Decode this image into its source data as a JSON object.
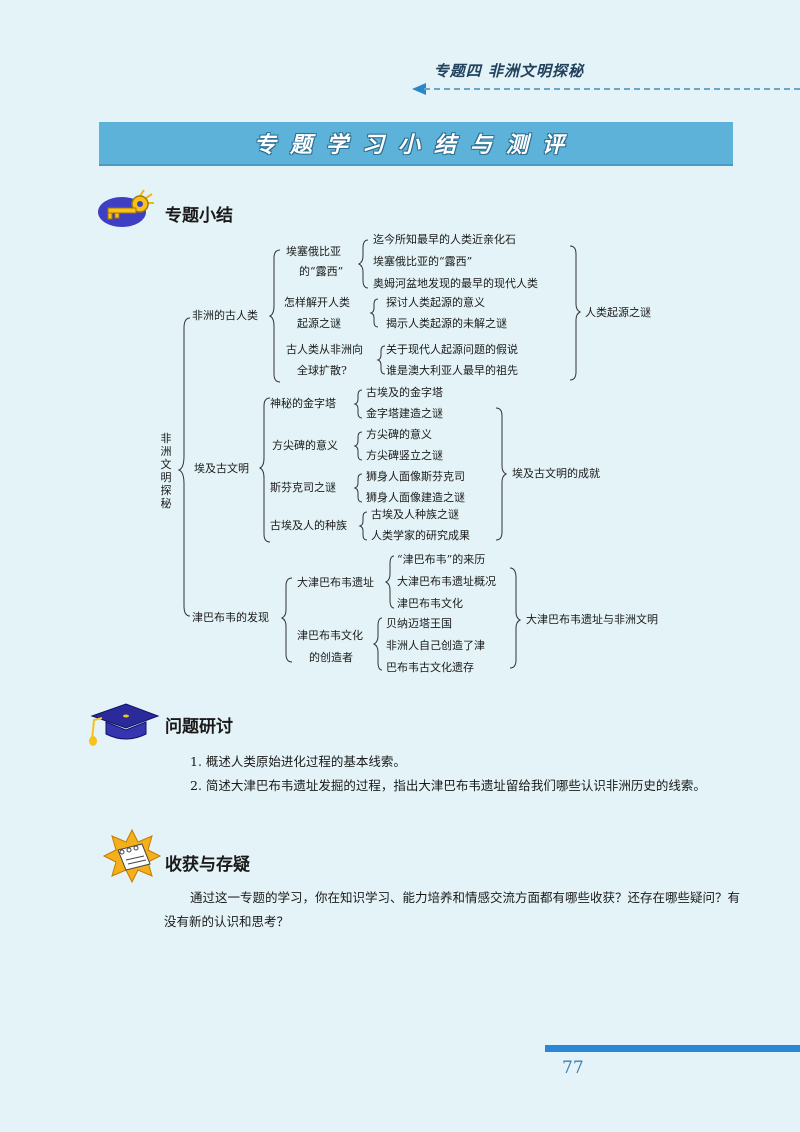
{
  "header": {
    "chapter_title": "专题四  非洲文明探秘"
  },
  "banner": {
    "title": "专题学习小结与测评"
  },
  "summary": {
    "title": "专题小结",
    "root": "非洲文明探秘",
    "branch1": {
      "label": "非洲的古人类",
      "g1": {
        "label1": "埃塞俄比亚",
        "label2": "的“露西”",
        "items": [
          "迄今所知最早的人类近亲化石",
          "埃塞俄比亚的“露西”",
          "奥姆河盆地发现的最早的现代人类"
        ]
      },
      "g2": {
        "label1": "怎样解开人类",
        "label2": "起源之谜",
        "items": [
          "探讨人类起源的意义",
          "揭示人类起源的未解之谜"
        ]
      },
      "g3": {
        "label1": "古人类从非洲向",
        "label2": "全球扩散?",
        "items": [
          "关于现代人起源问题的假说",
          "谁是澳大利亚人最早的祖先"
        ]
      },
      "conclusion": "人类起源之谜"
    },
    "branch2": {
      "label": "埃及古文明",
      "g1": {
        "label": "神秘的金字塔",
        "items": [
          "古埃及的金字塔",
          "金字塔建造之谜"
        ]
      },
      "g2": {
        "label": "方尖碑的意义",
        "items": [
          "方尖碑的意义",
          "方尖碑竖立之谜"
        ]
      },
      "g3": {
        "label": "斯芬克司之谜",
        "items": [
          "狮身人面像斯芬克司",
          "狮身人面像建造之谜"
        ]
      },
      "g4": {
        "label": "古埃及人的种族",
        "items": [
          "古埃及人种族之谜",
          "人类学家的研究成果"
        ]
      },
      "conclusion": "埃及古文明的成就"
    },
    "branch3": {
      "label": "津巴布韦的发现",
      "g1": {
        "label": "大津巴布韦遗址",
        "items": [
          "“津巴布韦”的来历",
          "大津巴布韦遗址概况",
          "津巴布韦文化"
        ]
      },
      "g2": {
        "label1": "津巴布韦文化",
        "label2": "的创造者",
        "items": [
          "贝纳迈塔王国",
          "非洲人自己创造了津",
          "巴布韦古文化遗存"
        ]
      },
      "conclusion": "大津巴布韦遗址与非洲文明"
    }
  },
  "discussion": {
    "title": "问题研讨",
    "q1": "1. 概述人类原始进化过程的基本线索。",
    "q2": "2. 简述大津巴布韦遗址发掘的过程，指出大津巴布韦遗址留给我们哪些认识非洲历史的线索。"
  },
  "gains": {
    "title": "收获与存疑",
    "text": "通过这一专题的学习，你在知识学习、能力培养和情感交流方面都有哪些收获？还存在哪些疑问？有没有新的认识和思考？"
  },
  "footer": {
    "page_number": "77"
  }
}
